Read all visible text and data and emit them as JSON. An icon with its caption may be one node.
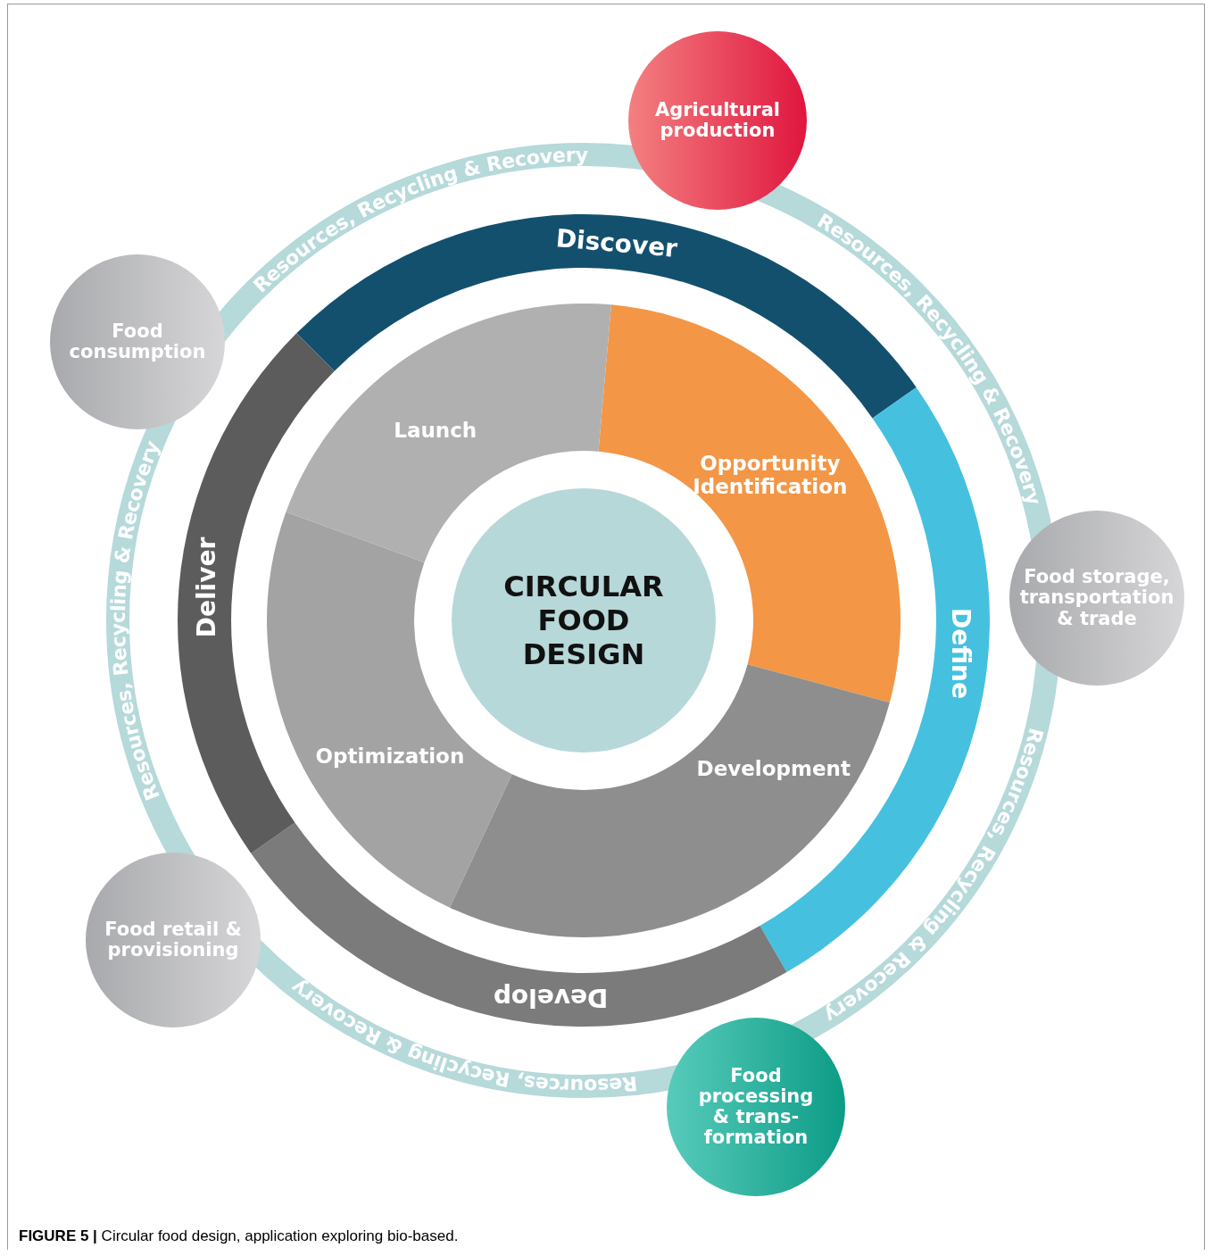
{
  "diagram": {
    "caption": "**FIGURE 5 |** Circular food design, application exploring bio-based.",
    "nodes": [
      {
        "text": [
          "Agricultural production"
        ]
      },
      {
        "text": [
          "Food storage, transportation & trade"
        ]
      },
      {
        "text": [
          "Food processing & trans- formation"
        ]
      },
      {
        "text": [
          "Food retail & provisioning"
        ]
      },
      {
        "text": [
          "Food consumption"
        ]
      },
      {
        "text": [
          "Discover"
        ]
      },
      {
        "text": [
          "Define"
        ]
      },
      {
        "text": [
          "Develop"
        ]
      },
      {
        "text": [
          "Deliver"
        ]
      },
      {
        "text": [
          "Opportunity Identification"
        ]
      },
      {
        "text": [
          "Development"
        ]
      },
      {
        "text": [
          "Optimization"
        ]
      },
      {
        "text": [
          "Launch"
        ]
      },
      {
        "text": [
          "CIRCULAR FOOD DESIGN"
        ]
      }
    ],
    "labels": [
      "Resources, Recycling & Recovery",
      "Resources, Recycling & Recovery",
      "Resources, Recycling & Recovery",
      "Resources, Recycling & Recovery",
      "Resources, Recycling & Recovery"
    ]
  }
}
